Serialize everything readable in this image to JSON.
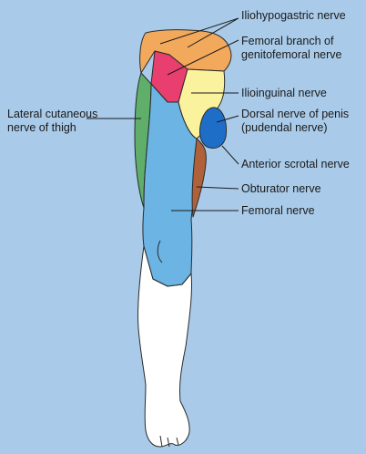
{
  "labels": {
    "iliohypogastric": "Iliohypogastric nerve",
    "femoral_branch_line1": "Femoral branch of",
    "femoral_branch_line2": "genitofemoral nerve",
    "ilioinguinal": "Ilioinguinal nerve",
    "lateral_cutaneous_line1": "Lateral cutaneous",
    "lateral_cutaneous_line2": "nerve of thigh",
    "dorsal_penis_line1": "Dorsal nerve of penis",
    "dorsal_penis_line2": "(pudendal nerve)",
    "anterior_scrotal": "Anterior scrotal nerve",
    "obturator": "Obturator nerve",
    "femoral": "Femoral nerve"
  },
  "colors": {
    "background": "#a9cbe9",
    "iliohypogastric": "#f3a95c",
    "femoral_branch": "#e83f6f",
    "ilioinguinal": "#fbf29d",
    "lateral_cutaneous": "#5fae6a",
    "dorsal_penis": "#1e6ec8",
    "anterior_scrotal": "#b0613a",
    "femoral": "#6bb4e3",
    "skin": "#ffffff",
    "outline": "#2a2a2a"
  }
}
